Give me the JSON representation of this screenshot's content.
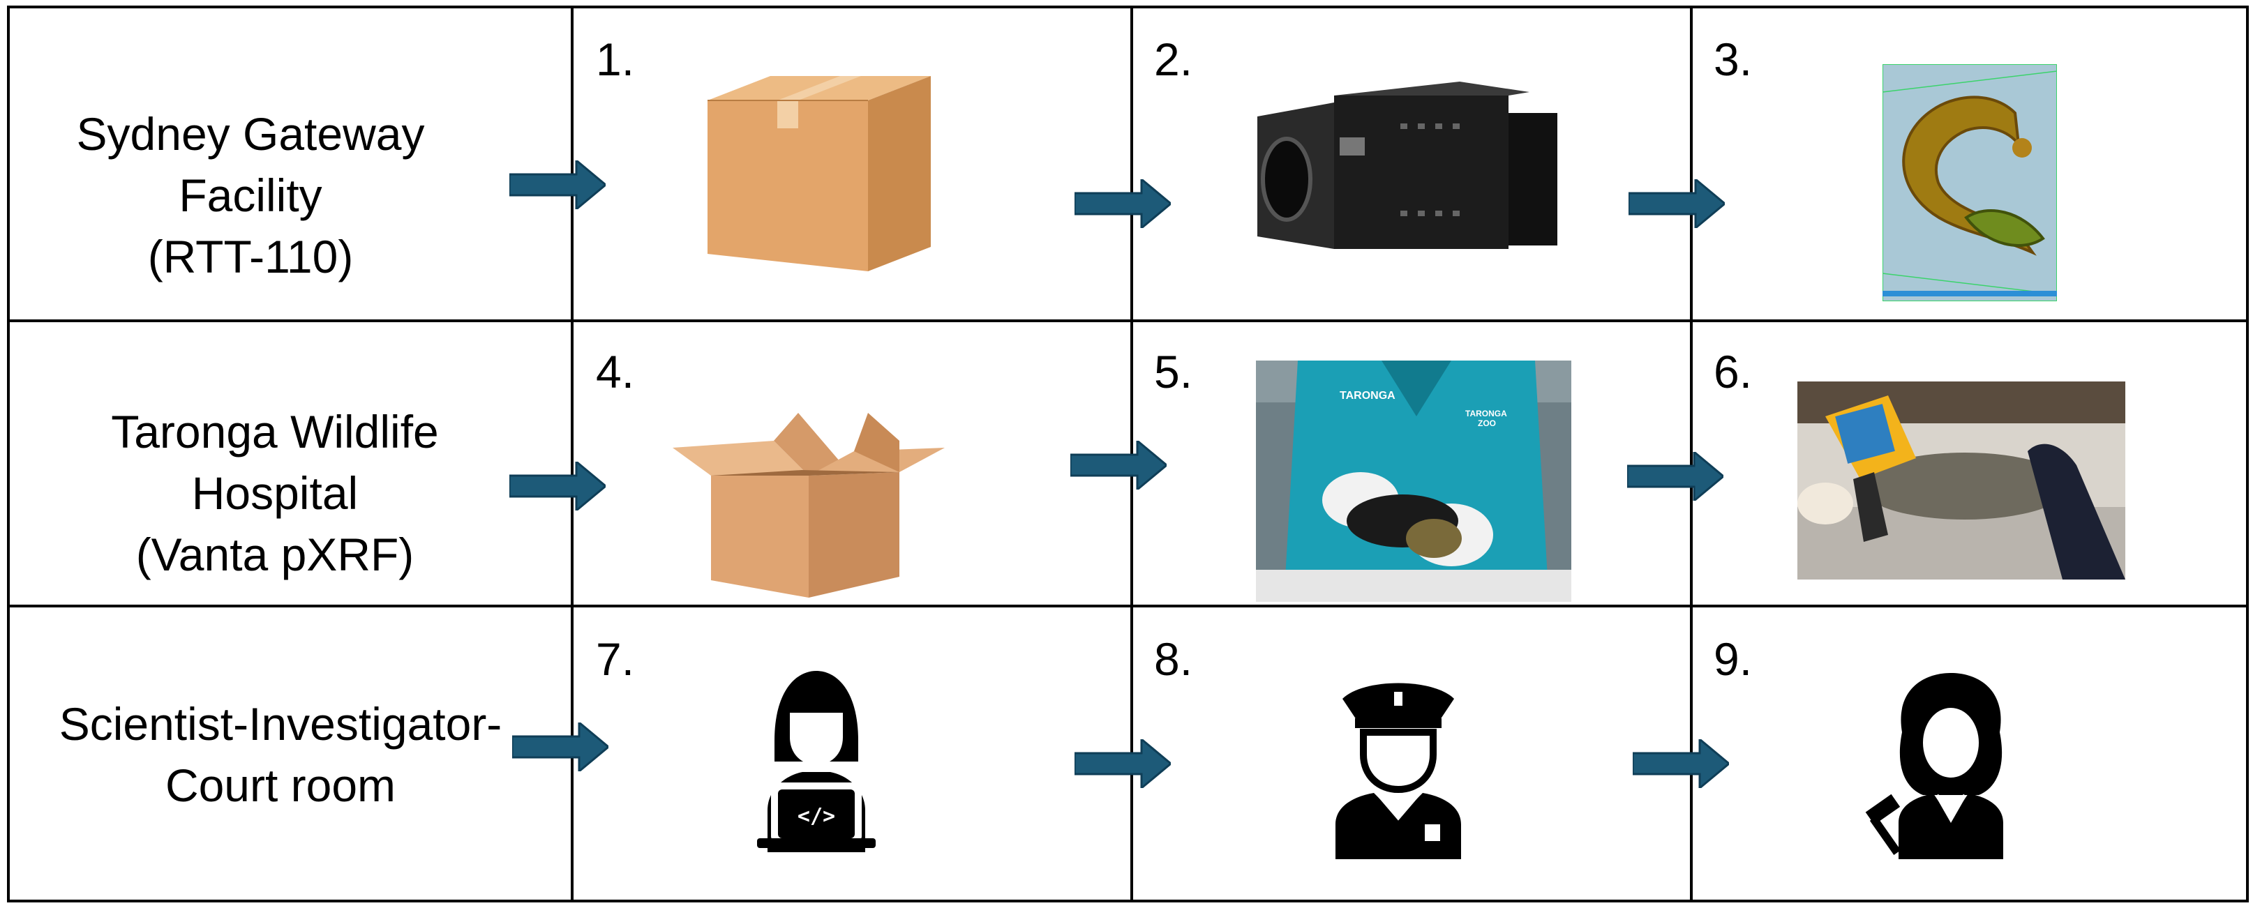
{
  "rows": [
    {
      "label_lines": [
        "Sydney Gateway",
        "Facility",
        "(RTT-110)"
      ],
      "steps": [
        {
          "number": "1.",
          "icon": "closed-box-icon"
        },
        {
          "number": "2.",
          "icon": "xray-scanner-machine-icon"
        },
        {
          "number": "3.",
          "icon": "ct-scan-reptile-image-icon"
        }
      ]
    },
    {
      "label_lines": [
        "Taronga Wildlife",
        "Hospital",
        "(Vanta pXRF)"
      ],
      "steps": [
        {
          "number": "4.",
          "icon": "open-box-icon"
        },
        {
          "number": "5.",
          "icon": "vet-holding-lizard-photo",
          "photo_text": [
            "TARONGA",
            "TARONGA",
            "ZOO"
          ]
        },
        {
          "number": "6.",
          "icon": "pxrf-analyzer-on-lizard-photo"
        }
      ]
    },
    {
      "label_lines": [
        "Scientist-Investigator-",
        "Court room"
      ],
      "steps": [
        {
          "number": "7.",
          "icon": "scientist-laptop-icon",
          "laptop_glyph": "</>"
        },
        {
          "number": "8.",
          "icon": "police-officer-icon"
        },
        {
          "number": "9.",
          "icon": "judge-gavel-icon"
        }
      ]
    }
  ],
  "colors": {
    "arrow": "#1d5a78",
    "arrow_dark": "#0f3e57",
    "border": "#000000",
    "box": "#e0a468"
  }
}
